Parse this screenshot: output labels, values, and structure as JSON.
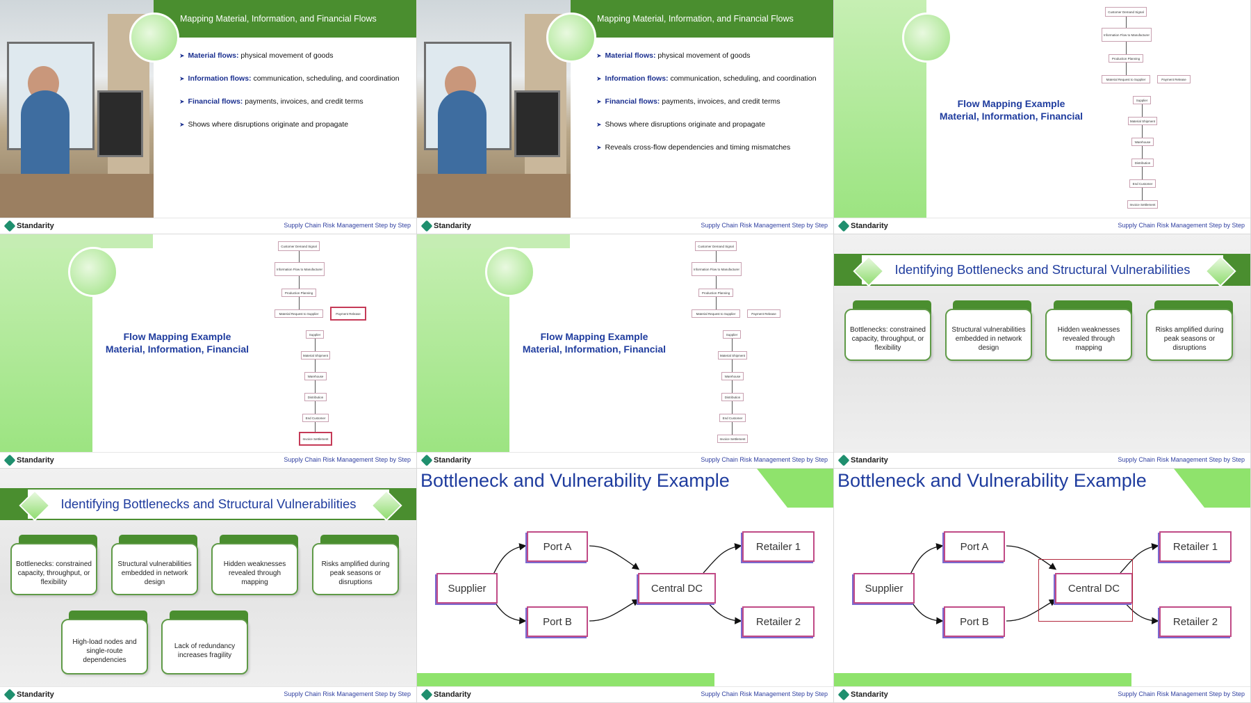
{
  "footer": {
    "brand": "Standarity",
    "course": "Supply Chain Risk Management Step by Step"
  },
  "slideA": {
    "title": "Mapping Material, Information, and Financial Flows",
    "bullets": [
      {
        "bold": "Material flows:",
        "text": " physical movement of goods"
      },
      {
        "bold": "Information flows:",
        "text": " communication, scheduling, and coordination"
      },
      {
        "bold": "Financial flows:",
        "text": " payments, invoices, and credit terms"
      },
      {
        "bold": "",
        "text": "Shows where disruptions originate and propagate"
      },
      {
        "bold": "",
        "text": "Reveals cross-flow dependencies and timing mismatches"
      }
    ]
  },
  "slideB": {
    "title_line1": "Flow Mapping Example",
    "title_line2": "Material, Information, Financial",
    "flow": [
      "Customer Demand Signal",
      "Information Flow to Manufacturer",
      "Production Planning",
      "Material Request to Supplier",
      "Payment Release",
      "Supplier",
      "Material Shipment",
      "Warehouse",
      "Distribution",
      "End Customer",
      "Invoice Settlement"
    ]
  },
  "slideC": {
    "title": "Identifying Bottlenecks and Structural Vulnerabilities",
    "cards": [
      "Bottlenecks: constrained capacity, throughput, or flexibility",
      "Structural vulnerabilities embedded in network design",
      "Hidden weaknesses revealed through mapping",
      "Risks amplified during peak seasons or disruptions",
      "High-load nodes and single-route dependencies",
      "Lack of redundancy increases fragility"
    ]
  },
  "slideD": {
    "title": "Bottleneck and Vulnerability Example",
    "nodes": {
      "supplier": "Supplier",
      "port_a": "Port A",
      "port_b": "Port B",
      "central": "Central DC",
      "retailer1": "Retailer 1",
      "retailer2": "Retailer 2"
    }
  },
  "colors": {
    "green": "#4a8e2f",
    "light_green": "#8fe36c",
    "navy": "#1f3c9e",
    "node_border": "#c04a86"
  }
}
